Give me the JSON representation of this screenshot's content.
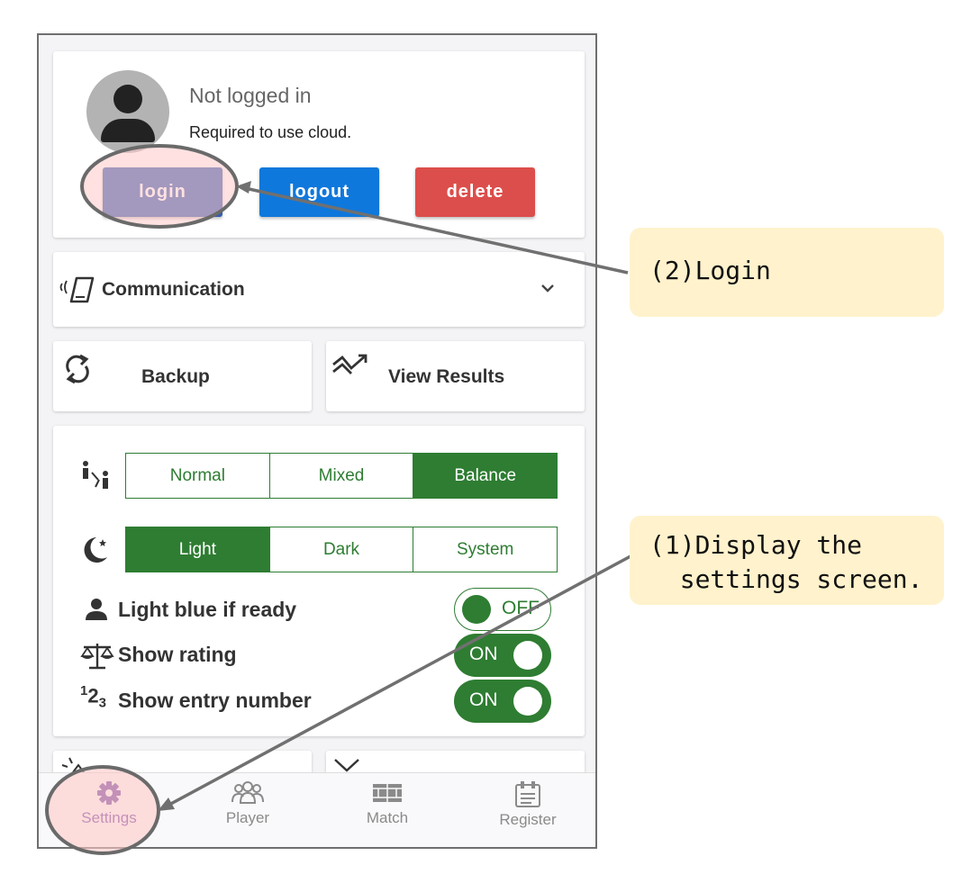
{
  "account": {
    "title": "Not logged in",
    "subtitle": "Required to use cloud.",
    "login_label": "login",
    "logout_label": "logout",
    "delete_label": "delete"
  },
  "communication": {
    "label": "Communication"
  },
  "actions": {
    "backup_label": "Backup",
    "results_label": "View Results"
  },
  "settings": {
    "mode_options": [
      "Normal",
      "Mixed",
      "Balance"
    ],
    "mode_selected": "Balance",
    "theme_options": [
      "Light",
      "Dark",
      "System"
    ],
    "theme_selected": "Light",
    "toggles": [
      {
        "label": "Light blue if ready",
        "state": "OFF"
      },
      {
        "label": "Show rating",
        "state": "ON"
      },
      {
        "label": "Show entry number",
        "state": "ON"
      }
    ],
    "entry_icon_text": {
      "one": "1",
      "two": "2",
      "three": "3"
    }
  },
  "nav": {
    "items": [
      {
        "label": "Settings",
        "active": true
      },
      {
        "label": "Player",
        "active": false
      },
      {
        "label": "Match",
        "active": false
      },
      {
        "label": "Register",
        "active": false
      }
    ]
  },
  "callouts": {
    "login": "(2)Login",
    "settings": "(1)Display the\n  settings screen."
  },
  "colors": {
    "green": "#2e7d32",
    "login_blue": "#345db0",
    "logout_blue": "#0f78dc",
    "delete_red": "#dc4e4b",
    "nav_active": "#6a3fa0",
    "highlight_pink": "#ffc8c8",
    "callout_yellow": "#fff2cc"
  }
}
